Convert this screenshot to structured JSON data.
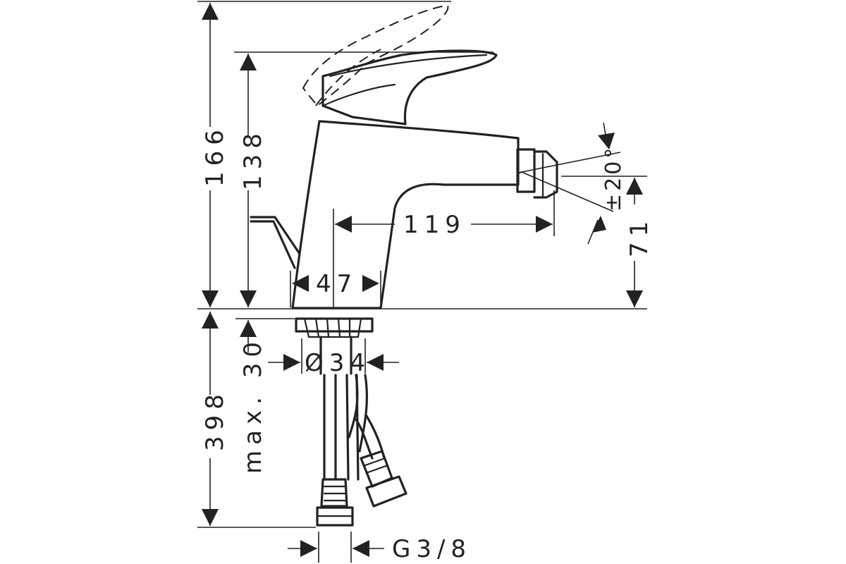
{
  "dimensions": {
    "total_height": "166",
    "spout_height": "138",
    "spout_reach": "119",
    "outlet_height": "71",
    "swivel_angle": "±20°",
    "base_width": "47",
    "mounting_diameter": "Ø34",
    "flexible_hose_length": "398",
    "max_deck_thickness": "max. 30",
    "connection_thread": "G3/8"
  }
}
